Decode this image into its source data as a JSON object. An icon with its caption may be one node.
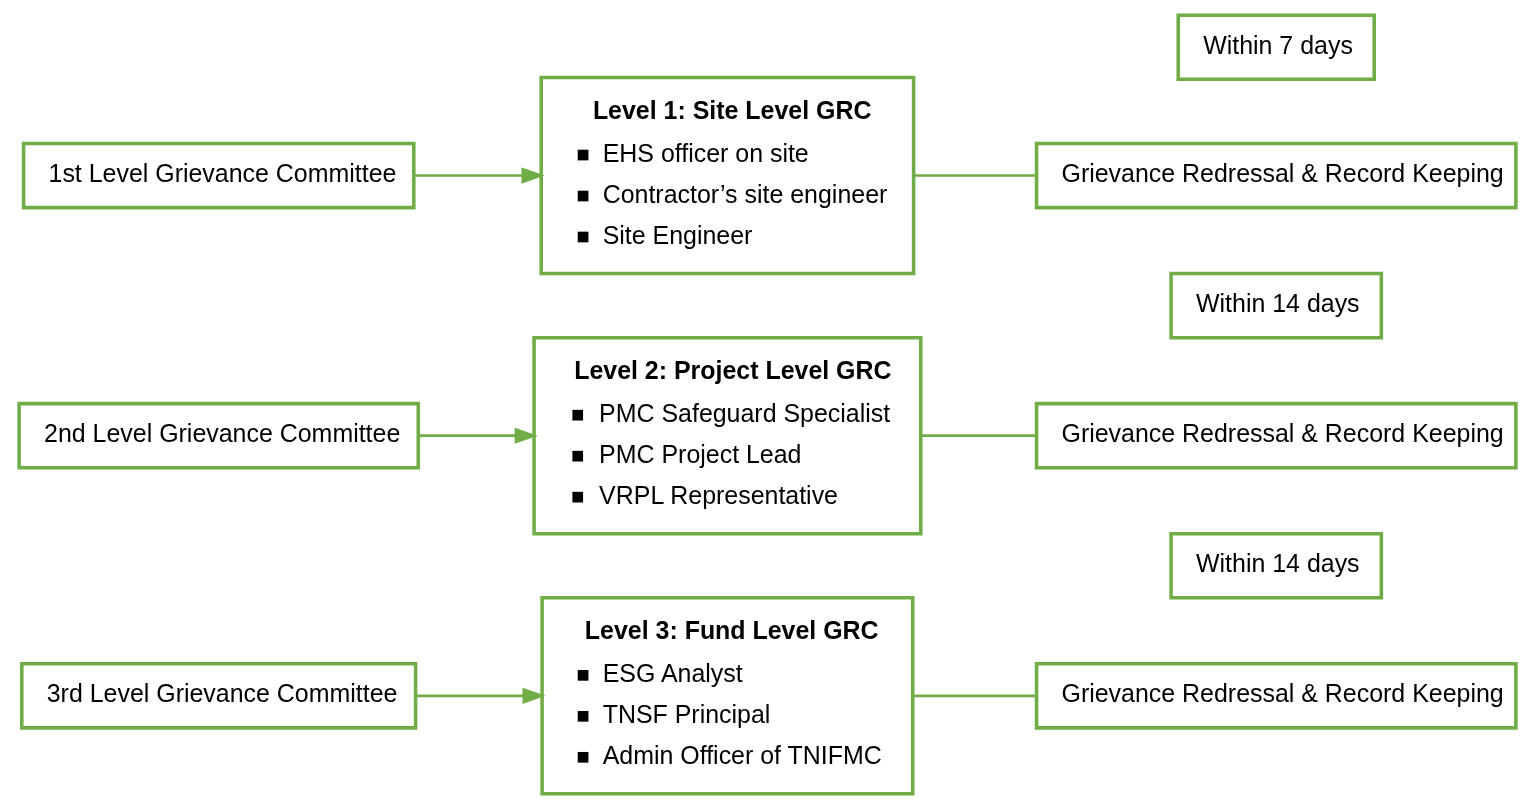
{
  "diagram": {
    "nodes": [
      {
        "text": [
          "1st Level Grievance Committee"
        ]
      },
      {
        "text": [
          "Level 1: Site Level GRC",
          "EHS officer on site",
          "Contractor’s site engineer",
          "Site Engineer"
        ]
      },
      {
        "text": [
          "Within 7 days"
        ]
      },
      {
        "text": [
          "Grievance Redressal & Record Keeping"
        ]
      },
      {
        "text": [
          "2nd Level Grievance Committee"
        ]
      },
      {
        "text": [
          "Level 2: Project Level GRC",
          "PMC Safeguard Specialist",
          "PMC Project Lead",
          "VRPL Representative"
        ]
      },
      {
        "text": [
          "Within 14 days"
        ]
      },
      {
        "text": [
          "Grievance Redressal & Record Keeping"
        ]
      },
      {
        "text": [
          "3rd Level Grievance Committee"
        ]
      },
      {
        "text": [
          "Level 3: Fund Level GRC",
          "ESG Analyst",
          "TNSF Principal",
          "Admin Officer of TNIFMC"
        ]
      },
      {
        "text": [
          "Within 14 days"
        ]
      },
      {
        "text": [
          "Grievance Redressal & Record Keeping"
        ]
      }
    ],
    "edges": [
      {
        "from": 0,
        "to": 1,
        "arrow": "to"
      },
      {
        "from": 1,
        "to": 3,
        "arrow": "none"
      },
      {
        "from": 4,
        "to": 5,
        "arrow": "to"
      },
      {
        "from": 5,
        "to": 7,
        "arrow": "none"
      },
      {
        "from": 8,
        "to": 9,
        "arrow": "to"
      },
      {
        "from": 9,
        "to": 11,
        "arrow": "none"
      }
    ]
  }
}
